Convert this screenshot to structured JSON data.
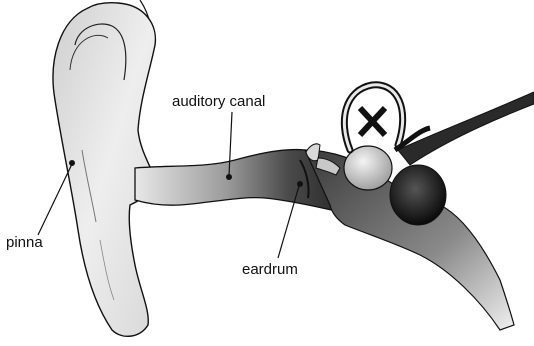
{
  "labels": {
    "auditory_canal": "auditory canal",
    "pinna": "pinna",
    "eardrum": "eardrum"
  },
  "colors": {
    "outline": "#111111",
    "skin_light": "#e6e6e6",
    "skin_mid": "#bdbdbd",
    "canal_dark": "#4a4a4a",
    "background": "#ffffff"
  }
}
